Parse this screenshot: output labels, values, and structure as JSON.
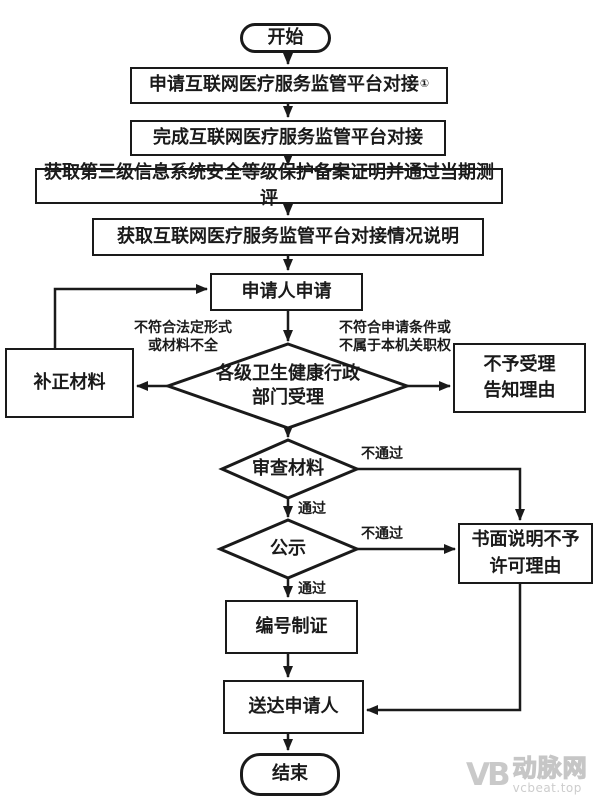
{
  "colors": {
    "line": "#1a1a1a",
    "background": "#ffffff",
    "watermark_gray": "#c9c9c9"
  },
  "nodes": {
    "start": "开始",
    "apply_platform": "申请互联网医疗服务监管平台对接",
    "apply_platform_footnote": "①",
    "complete_platform": "完成互联网医疗服务监管平台对接",
    "security_cert": "获取第三级信息系统安全等级保护备案证明并通过当期测评",
    "platform_statement": "获取互联网医疗服务监管平台对接情况说明",
    "applicant_apply": "申请人申请",
    "accept_decision": "各级卫生健康行政\n部门受理",
    "supplement": "补正材料",
    "reject": "不予受理\n告知理由",
    "review": "审查材料",
    "publicity": "公示",
    "written_refusal": "书面说明不予\n许可理由",
    "numbering": "编号制证",
    "deliver": "送达申请人",
    "end": "结束"
  },
  "edge_labels": {
    "not_legal_form": "不符合法定形式\n或材料不全",
    "not_conditions": "不符合申请条件或\n不属于本机关职权",
    "review_fail": "不通过",
    "review_pass": "通过",
    "publicity_fail": "不通过",
    "publicity_pass": "通过"
  },
  "watermark": {
    "logo": "VB",
    "brand": "动脉网",
    "domain": "vcbeat.top"
  }
}
